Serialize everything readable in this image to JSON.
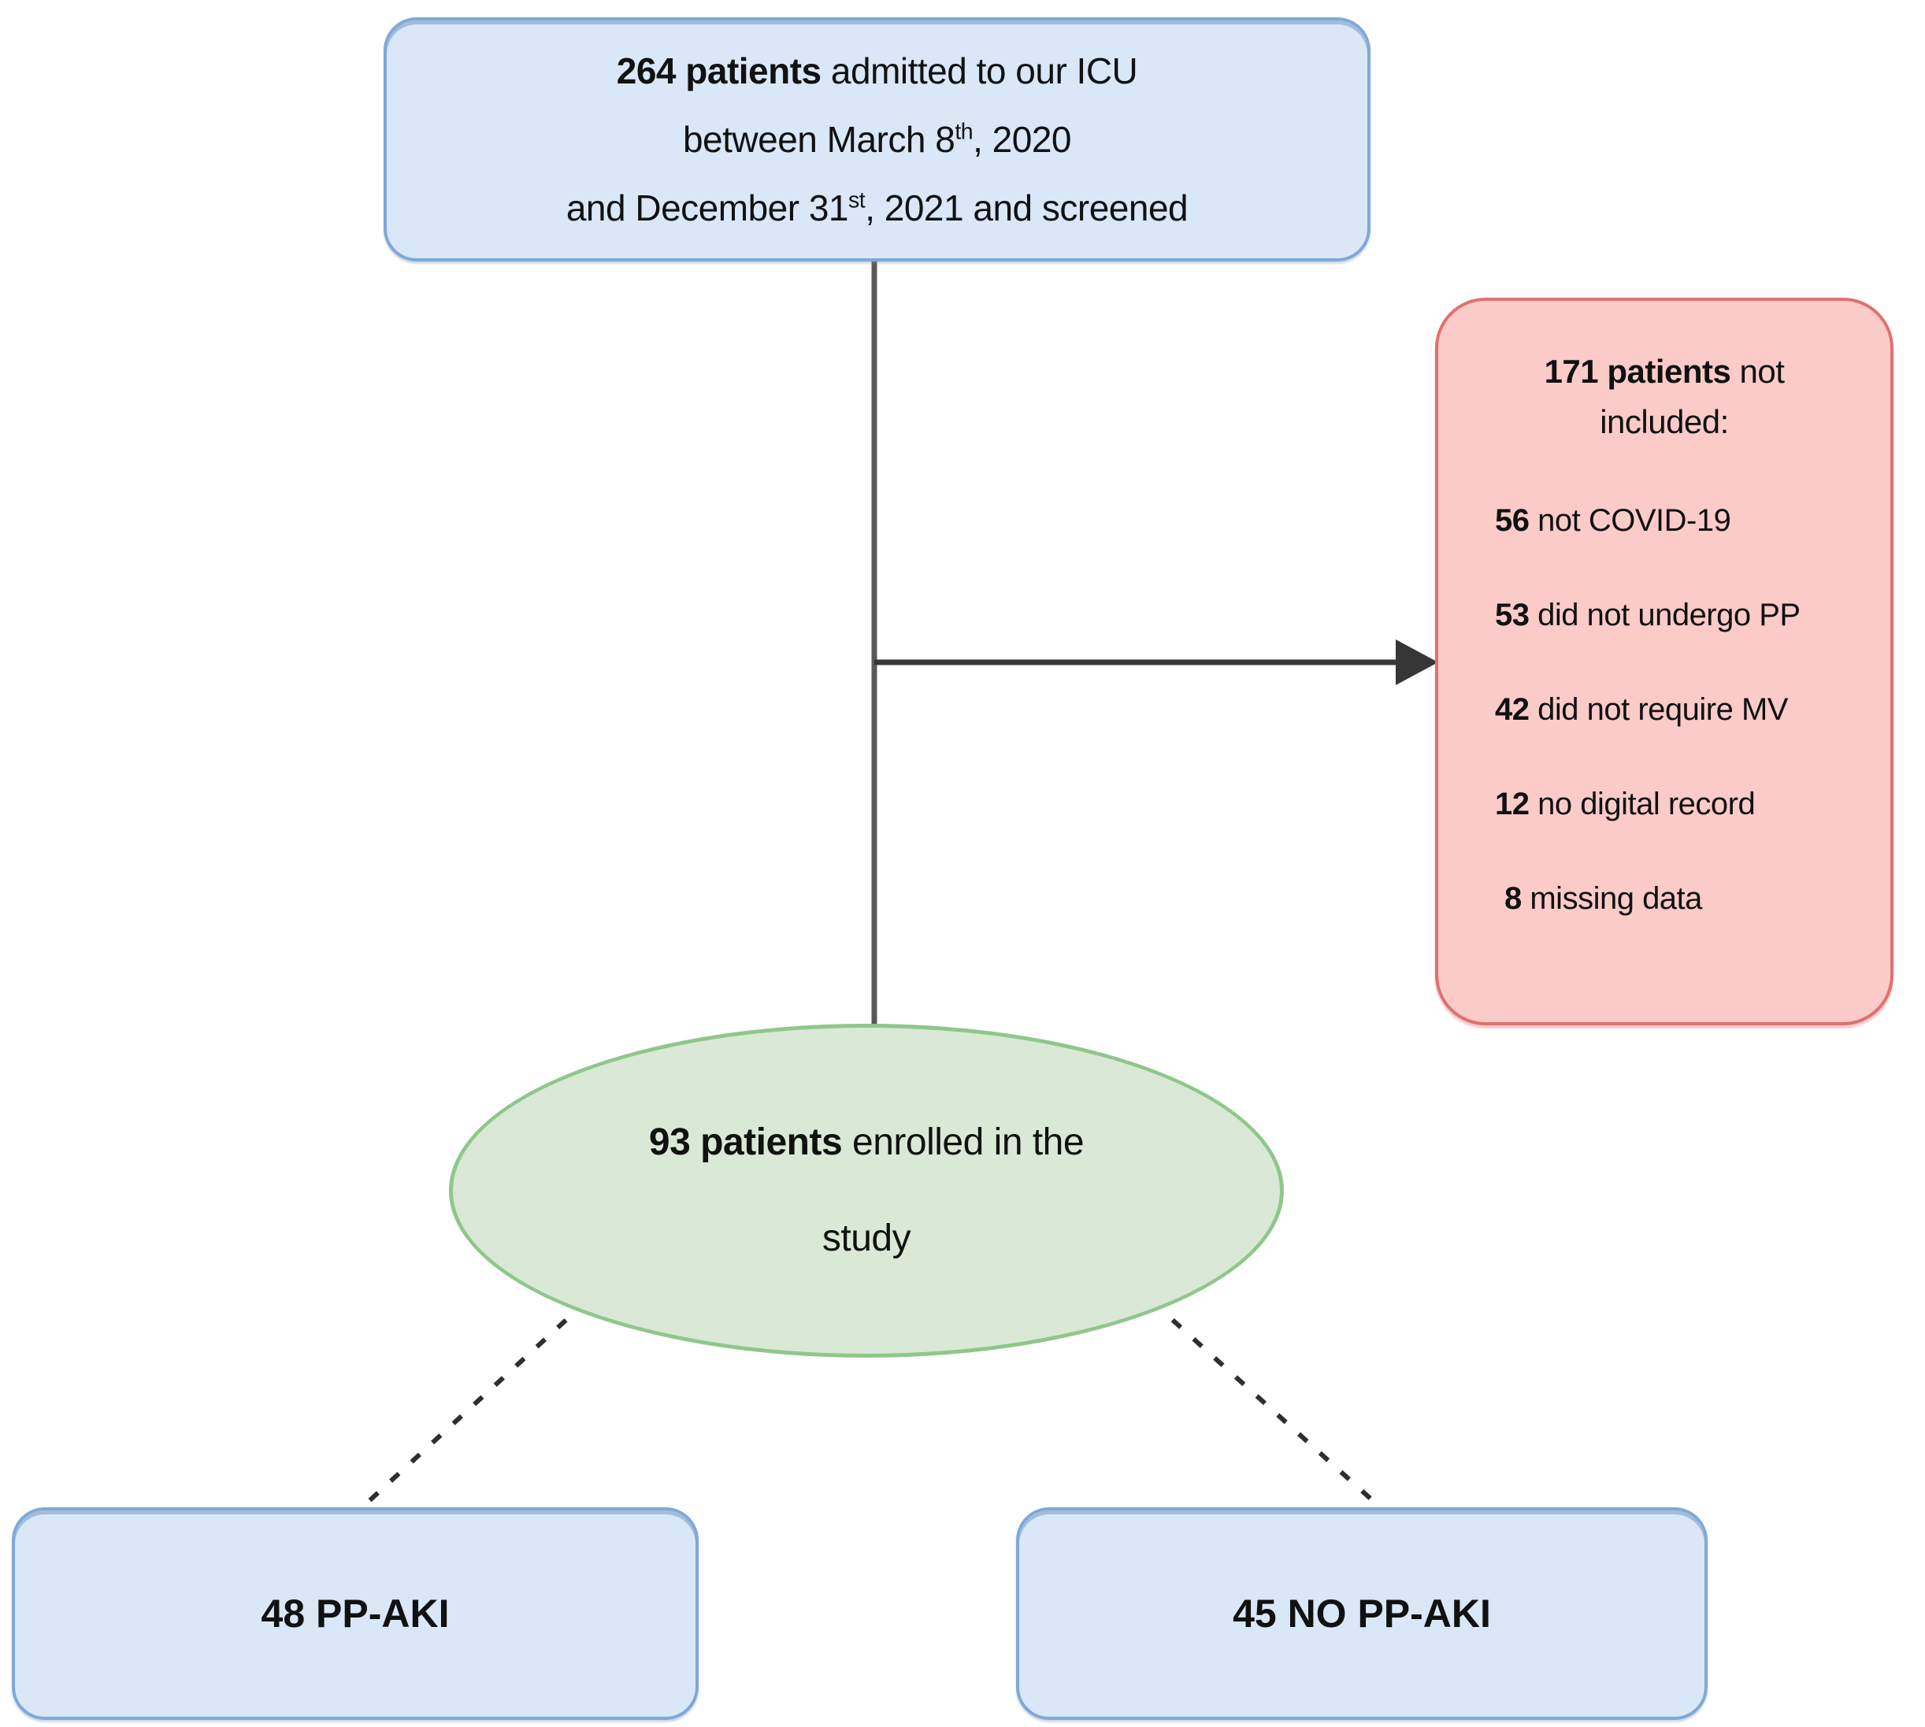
{
  "colors": {
    "blue_fill": "#d9e7f7",
    "blue_border": "#7ea9d9",
    "pink_fill": "#fbcbc8",
    "pink_border": "#e0716e",
    "green_fill": "#d9e9d6",
    "green_border": "#8fc78b",
    "line": "#595959",
    "arrow": "#363636",
    "text": "#111111"
  },
  "screened_box": {
    "count_bold": "264 patients",
    "line1_rest": " admitted to our ICU",
    "line2_pre": "between March 8",
    "line2_sup": "th",
    "line2_post": ", 2020",
    "line3_pre": "and December 31",
    "line3_sup": "st",
    "line3_post": ", 2021 and screened"
  },
  "excluded_box": {
    "title_bold": "171 patients",
    "title_rest": " not",
    "title_line2": "included:",
    "items": [
      {
        "num": "56",
        "label": " not COVID-19"
      },
      {
        "num": "53",
        "label": " did not undergo PP"
      },
      {
        "num": "42",
        "label": " did not require MV"
      },
      {
        "num": "12",
        "label": " no digital record"
      },
      {
        "num": "8",
        "label": " missing data"
      }
    ]
  },
  "enrolled_ellipse": {
    "count_bold": "93 patients",
    "line1_rest": " enrolled in the",
    "line2": "study"
  },
  "outcome_left": {
    "label": "48 PP-AKI"
  },
  "outcome_right": {
    "label": "45 NO PP-AKI"
  }
}
